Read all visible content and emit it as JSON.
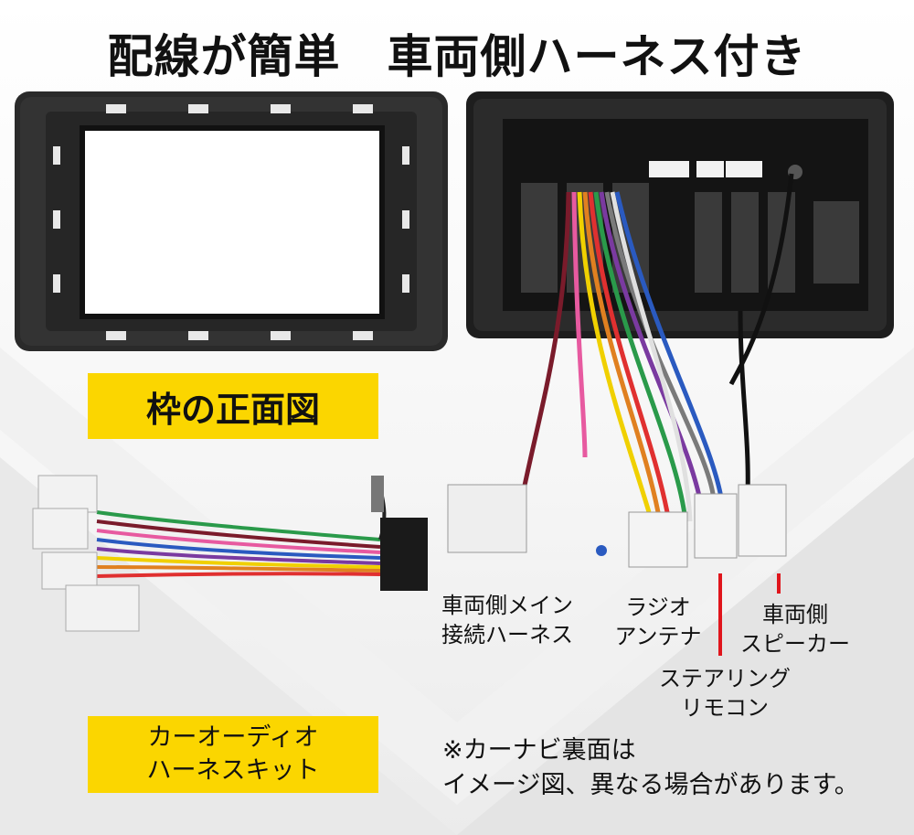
{
  "title": "配線が簡単　車両側ハーネス付き",
  "frame_label": "枠の正面図",
  "kit_label": [
    "カーオーディオ",
    "ハーネスキット"
  ],
  "callouts": {
    "main_harness": [
      "車両側メイン",
      "接続ハーネス"
    ],
    "radio_antenna": [
      "ラジオ",
      "アンテナ"
    ],
    "steering_remote": [
      "ステアリング",
      "リモコン"
    ],
    "vehicle_speaker": [
      "車両側",
      "スピーカー"
    ]
  },
  "note": [
    "※カーナビ裏面は",
    "イメージ図、異なる場合があります。"
  ],
  "colors": {
    "label_yellow": "#fbd600",
    "callout_red": "#e0151c",
    "panel_black": "#1e1e1e"
  }
}
